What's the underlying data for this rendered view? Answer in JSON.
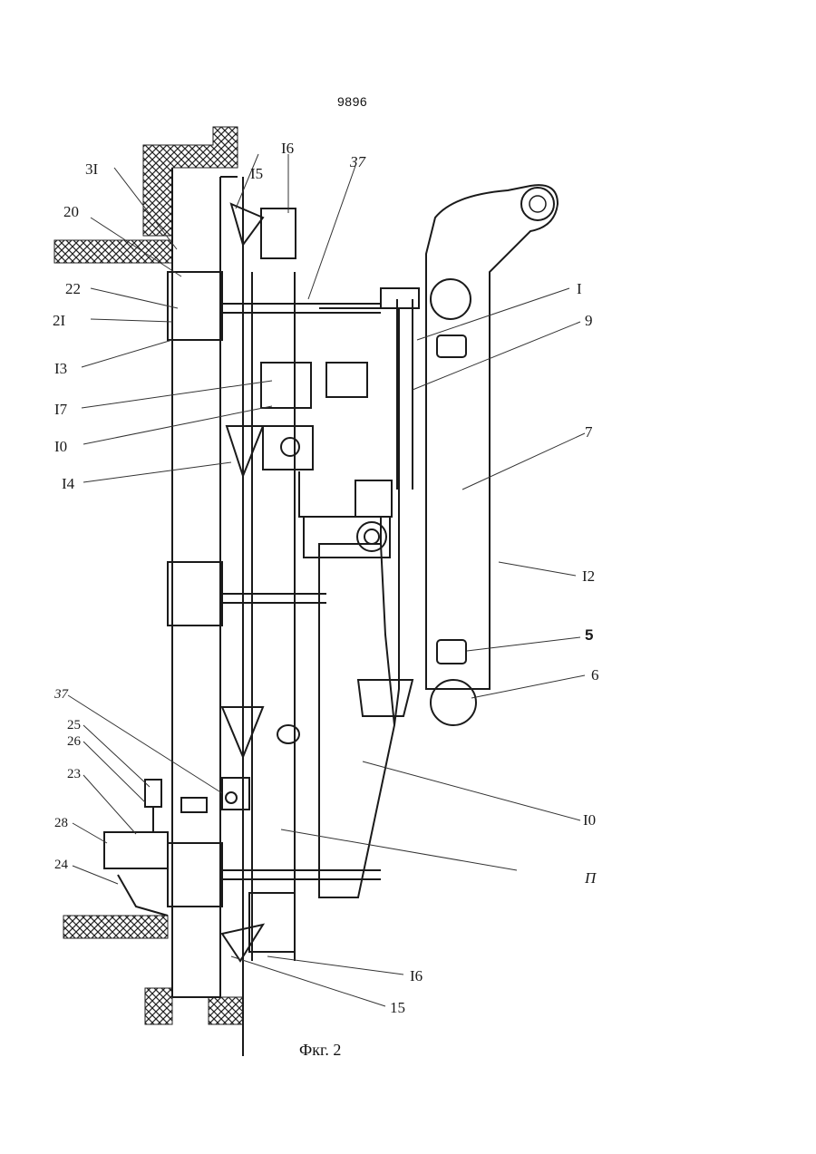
{
  "page": {
    "number": "9896"
  },
  "figure": {
    "caption": "Фкг.  2",
    "labels": [
      {
        "id": "l31",
        "text": "3I"
      },
      {
        "id": "l20",
        "text": "20"
      },
      {
        "id": "l22",
        "text": "22"
      },
      {
        "id": "l21",
        "text": "2I"
      },
      {
        "id": "l13",
        "text": "I3"
      },
      {
        "id": "l17",
        "text": "I7"
      },
      {
        "id": "l10a",
        "text": "I0"
      },
      {
        "id": "l14",
        "text": "I4"
      },
      {
        "id": "l15t",
        "text": "I5"
      },
      {
        "id": "l16t",
        "text": "I6"
      },
      {
        "id": "l37t",
        "text": "37"
      },
      {
        "id": "l1",
        "text": "I"
      },
      {
        "id": "l9",
        "text": "9"
      },
      {
        "id": "l7",
        "text": "7"
      },
      {
        "id": "l12",
        "text": "I2"
      },
      {
        "id": "l5",
        "text": "5"
      },
      {
        "id": "l6",
        "text": "6"
      },
      {
        "id": "l10b",
        "text": "I0"
      },
      {
        "id": "lP",
        "text": "П"
      },
      {
        "id": "l16b",
        "text": "I6"
      },
      {
        "id": "l15b",
        "text": "15"
      },
      {
        "id": "l37b",
        "text": "37"
      },
      {
        "id": "l25",
        "text": "25"
      },
      {
        "id": "l26",
        "text": "26"
      },
      {
        "id": "l23",
        "text": "23"
      },
      {
        "id": "l28",
        "text": "28"
      },
      {
        "id": "l24",
        "text": "24"
      }
    ]
  }
}
